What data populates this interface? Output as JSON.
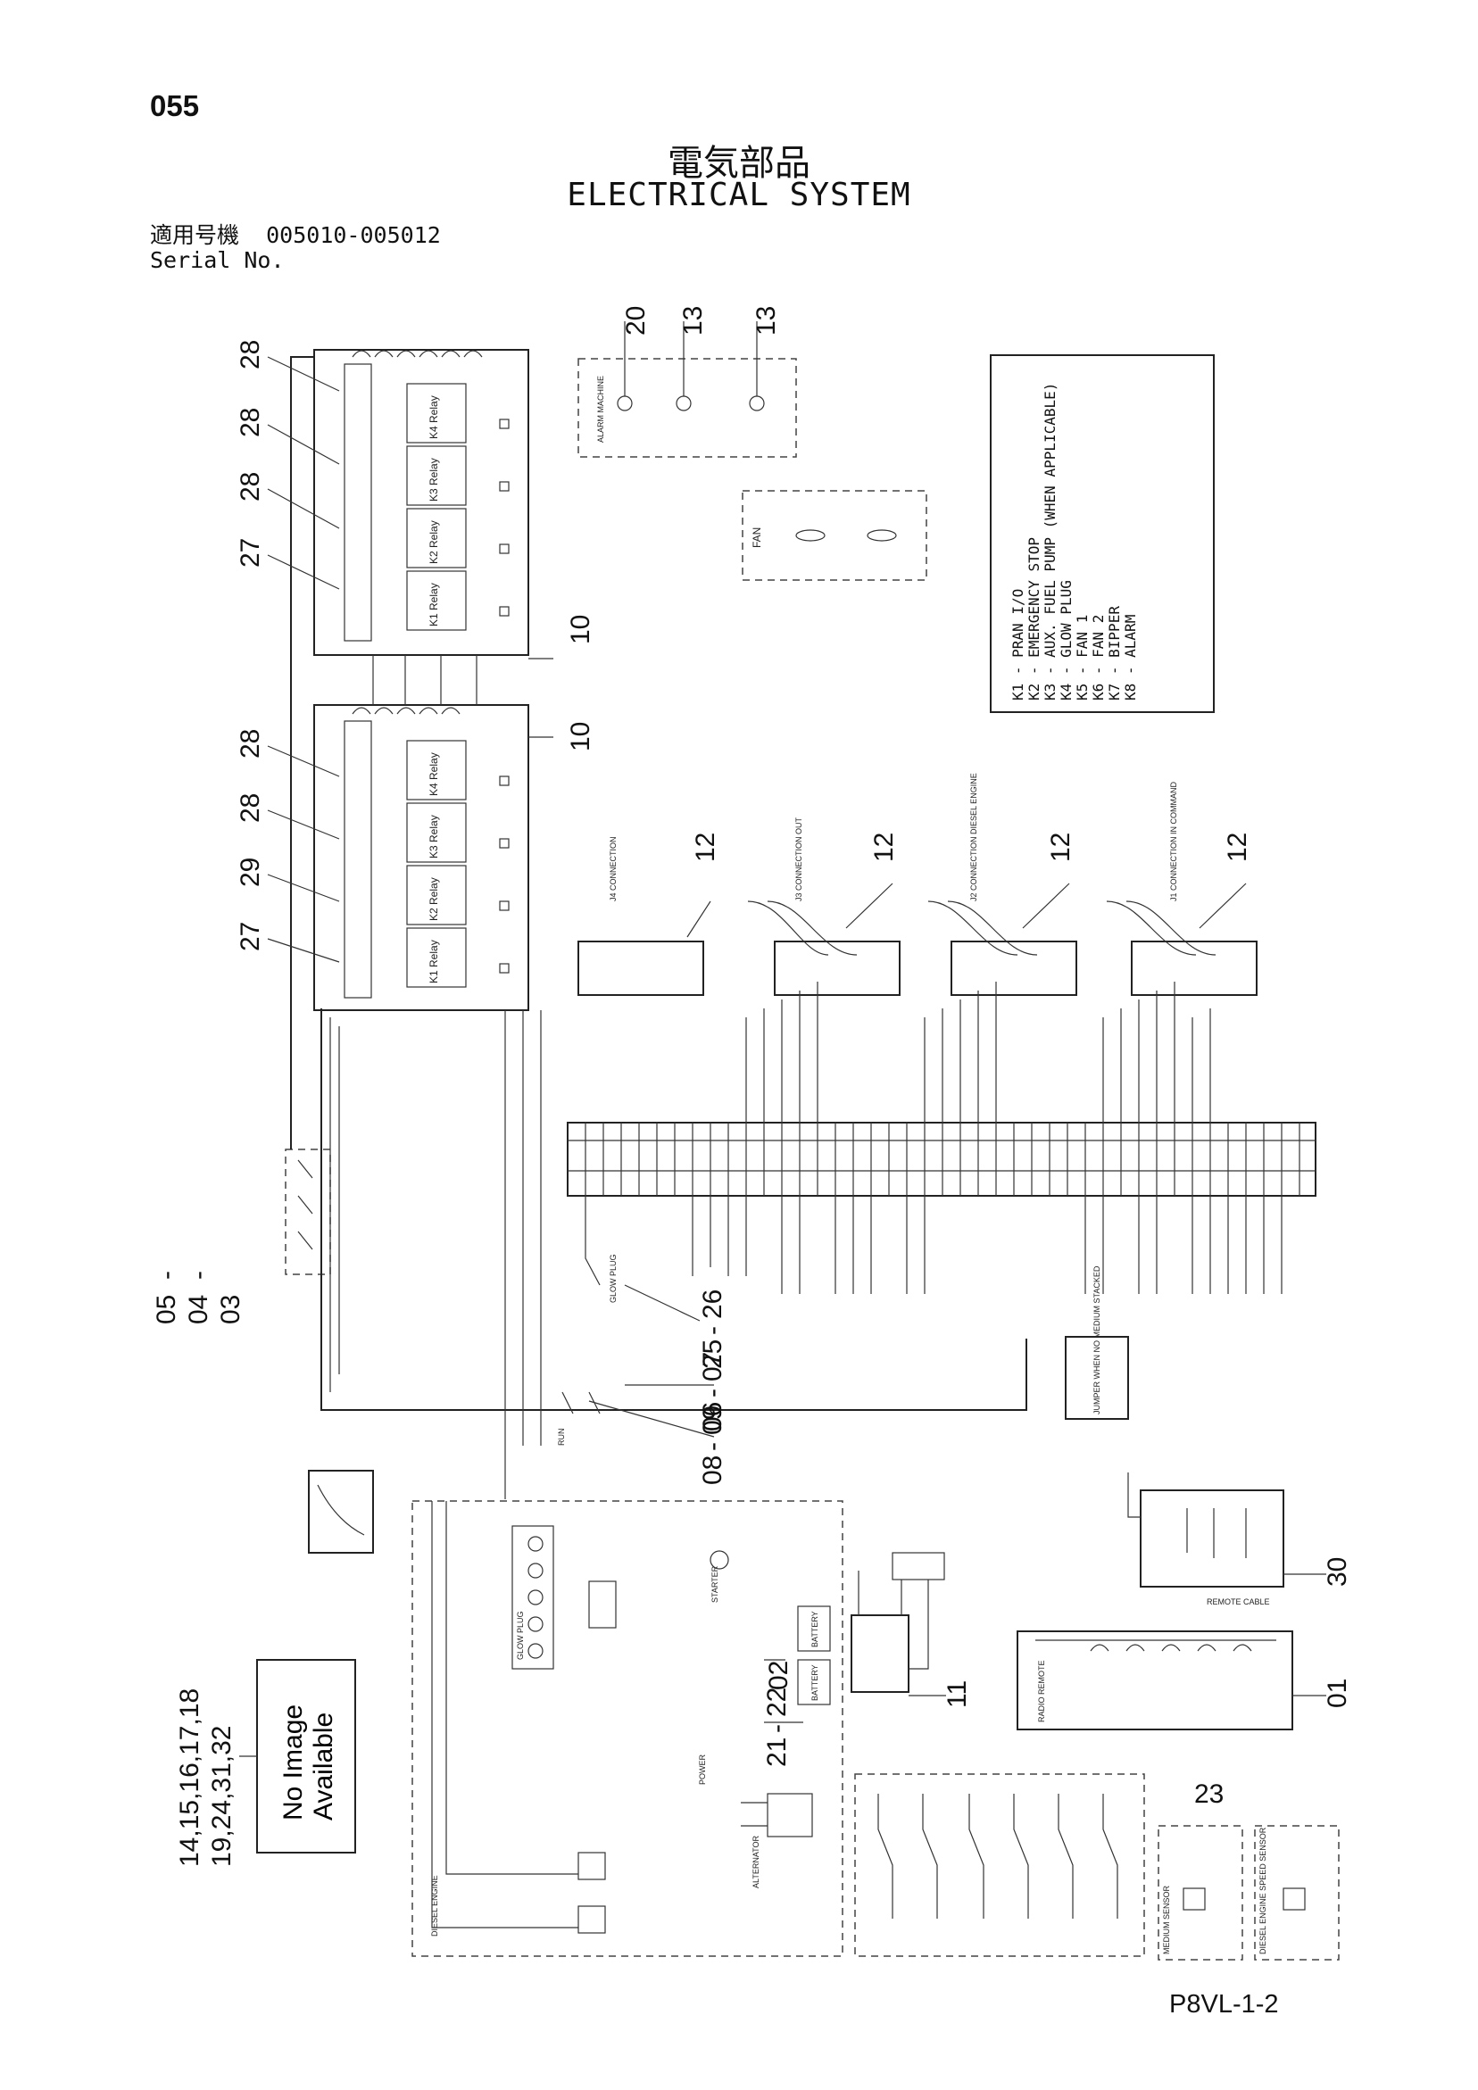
{
  "header": {
    "page_number": "055",
    "title_jp": "電気部品",
    "title_en": "ELECTRICAL SYSTEM",
    "serial_label_jp": "適用号機",
    "serial_range": "005010-005012",
    "serial_label_en": "Serial No."
  },
  "footer": {
    "code": "P8VL-1-2"
  },
  "legend": [
    "K1 - PRAN I/O",
    "K2 - EMERGENCY STOP",
    "K3 - AUX. FUEL PUMP (WHEN APPLICABLE)",
    "K4 - GLOW PLUG",
    "K5 - FAN 1",
    "K6 - FAN 2",
    "K7 - BIPPER",
    "K8 - ALARM"
  ],
  "no_image": {
    "line1": "No Image",
    "line2": "Available"
  },
  "callouts": {
    "c20": "20",
    "c13a": "13",
    "c13b": "13",
    "c28a": "28",
    "c28b": "28",
    "c28c": "28",
    "c27a": "27",
    "c10a": "10",
    "c10b": "10",
    "c28d": "28",
    "c28e": "28",
    "c29": "29",
    "c27b": "27",
    "c12a": "12",
    "c12b": "12",
    "c12c": "12",
    "c12d": "12",
    "c05": "05",
    "c04": "04",
    "c03": "03",
    "c25": "25",
    "c26": "26",
    "c06": "06",
    "c07": "07",
    "c08": "08",
    "c09": "09",
    "c30": "30",
    "c02": "02",
    "c11": "11",
    "c01": "01",
    "c21": "21",
    "c22": "22",
    "c23": "23",
    "c_group_a": "14,15,16,17,18",
    "c_group_b": "19,24,31,32"
  },
  "labels": {
    "connection_j4": "J4 CONNECTION",
    "connection_j3": "J3 CONNECTION OUT",
    "connection_j2": "J2 CONNECTION DIESEL ENGINE",
    "connection_j1": "J1 CONNECTION IN COMMAND",
    "alarm_machine": "ALARM MACHINE",
    "fan": "FAN",
    "glow_plug": "GLOW PLUG",
    "remote_cable": "REMOTE CABLE",
    "radio_remote": "RADIO REMOTE",
    "diesel_engine": "DIESEL ENGINE",
    "alternator": "ALTERNATOR",
    "battery": "BATTERY",
    "starter": "STARTER",
    "relay_k1": "K1 Relay",
    "relay_k2": "K2 Relay",
    "relay_k3": "K3 Relay",
    "relay_k4": "K4 Relay",
    "power": "POWER",
    "run": "RUN",
    "jumper": "JUMPER WHEN NO MEDIUM STACKED",
    "engine_speed_sensor": "DIESEL ENGINE SPEED SENSOR",
    "medium_sensor": "MEDIUM SENSOR"
  }
}
